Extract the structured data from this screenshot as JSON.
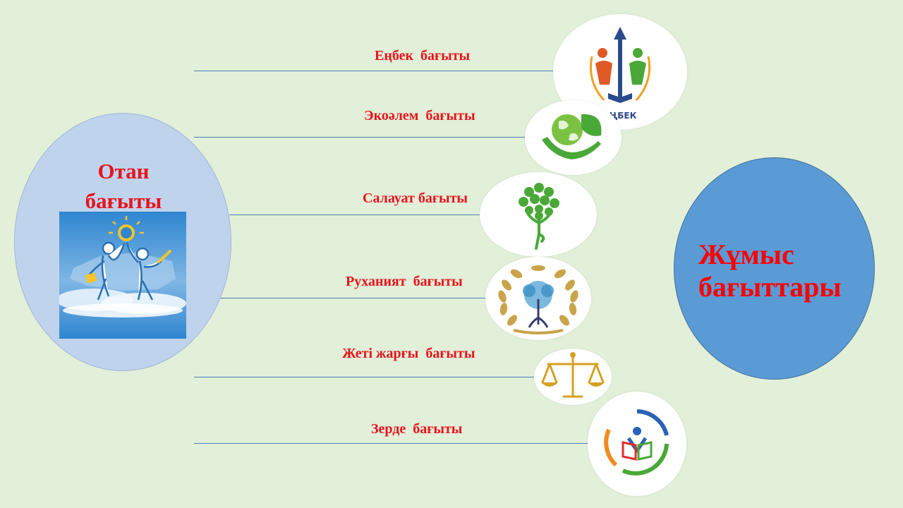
{
  "left": {
    "title_line1": "Отан",
    "title_line2": "бағыты"
  },
  "right": {
    "title_line1": "Жұмыс",
    "title_line2": "бағыттары"
  },
  "directions": [
    {
      "label": "Еңбек  бағыты",
      "icon": "enbek-logo-icon",
      "logo_text": "ЕҢБЕК"
    },
    {
      "label": "Экоәлем  бағыты",
      "icon": "eco-hands-globe-icon"
    },
    {
      "label": "Салауат бағыты",
      "icon": "healthy-tree-figure-icon"
    },
    {
      "label": "Руханият  бағыты",
      "icon": "wreath-tree-icon"
    },
    {
      "label": "Жеті жарғы  бағыты",
      "icon": "scales-icon"
    },
    {
      "label": "Зерде  бағыты",
      "icon": "book-person-logo-icon"
    }
  ],
  "colors": {
    "background": "#e2efd9",
    "left_ellipse": "#c0d3ec",
    "right_ellipse": "#5b9bd5",
    "label_red": "#e8141c",
    "line_blue": "#4a7fb8"
  }
}
